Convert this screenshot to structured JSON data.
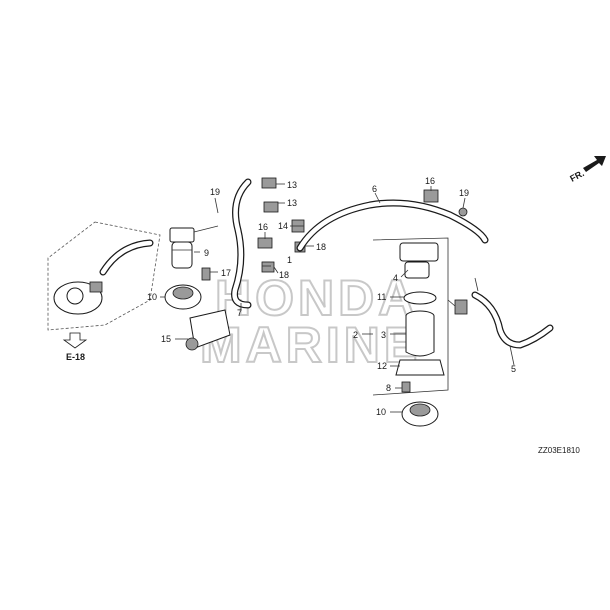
{
  "watermark": {
    "line1": "HONDA",
    "line2": "MARINE"
  },
  "direction_label": "FR.",
  "ref_label": "E-18",
  "diagram_code": "ZZ03E1810",
  "callouts": [
    {
      "id": "c1",
      "text": "1"
    },
    {
      "id": "c2",
      "text": "2"
    },
    {
      "id": "c3",
      "text": "3"
    },
    {
      "id": "c4",
      "text": "4"
    },
    {
      "id": "c5",
      "text": "5"
    },
    {
      "id": "c6",
      "text": "6"
    },
    {
      "id": "c7",
      "text": "7"
    },
    {
      "id": "c8",
      "text": "8"
    },
    {
      "id": "c9",
      "text": "9"
    },
    {
      "id": "c10a",
      "text": "10"
    },
    {
      "id": "c10b",
      "text": "10"
    },
    {
      "id": "c11",
      "text": "11"
    },
    {
      "id": "c12",
      "text": "12"
    },
    {
      "id": "c13a",
      "text": "13"
    },
    {
      "id": "c13b",
      "text": "13"
    },
    {
      "id": "c14",
      "text": "14"
    },
    {
      "id": "c15",
      "text": "15"
    },
    {
      "id": "c16a",
      "text": "16"
    },
    {
      "id": "c16b",
      "text": "16"
    },
    {
      "id": "c17",
      "text": "17"
    },
    {
      "id": "c18a",
      "text": "18"
    },
    {
      "id": "c18b",
      "text": "18"
    },
    {
      "id": "c19a",
      "text": "19"
    },
    {
      "id": "c19b",
      "text": "19"
    }
  ]
}
